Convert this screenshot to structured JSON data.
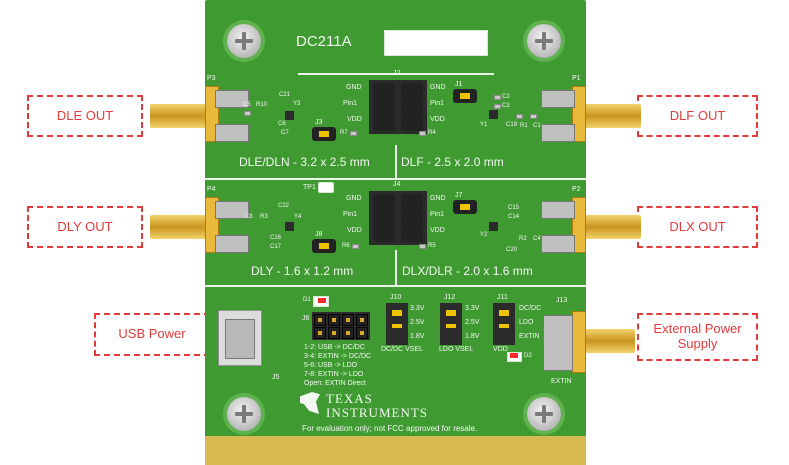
{
  "board": {
    "id": "DC211A",
    "sections": {
      "dle": "DLE/DLN - 3.2 x 2.5 mm",
      "dlf": "DLF - 2.5 x 2.0 mm",
      "dly": "DLY - 1.6 x 1.2 mm",
      "dlx": "DLX/DLR - 2.0 x 1.6 mm"
    },
    "connectors": {
      "p1": "P1",
      "p2": "P2",
      "p3": "P3",
      "p4": "P4",
      "j13": "J13",
      "j5": "J5",
      "extin": "EXTIN"
    },
    "jumpers": {
      "j2": "J2",
      "j4": "J4",
      "j1": "J1",
      "j3": "J3",
      "j7": "J7",
      "j8": "J8",
      "j10": "J10",
      "j11": "J11",
      "j12": "J12",
      "j6": "J6",
      "gnd": "GND",
      "pin1": "Pin1",
      "vdd": "VDD",
      "v33": "3.3V",
      "v25": "2.5V",
      "v18": "1.8V",
      "dcdc": "DC/DC",
      "ldo": "LDO",
      "extin": "EXTIN",
      "dcdc_vsel": "DC/DC VSEL",
      "ldo_vsel": "LDO VSEL"
    },
    "refdes": {
      "c1": "C1",
      "c2": "C2",
      "c3": "C3",
      "c4": "C4",
      "c5": "C5",
      "c6": "C6",
      "c7": "C7",
      "c8": "C8",
      "c14": "C14",
      "c15": "C15",
      "c16": "C16",
      "c17": "C17",
      "c19": "C19",
      "c20": "C20",
      "c21": "C21",
      "c22": "C22",
      "r1": "R1",
      "r2": "R2",
      "r3": "R3",
      "r4": "R4",
      "r5": "R5",
      "r6": "R6",
      "r7": "R7",
      "r10": "R10",
      "y1": "Y1",
      "y2": "Y2",
      "y3": "Y3",
      "y4": "Y4",
      "d1": "D1",
      "d2": "D2",
      "tp1": "TP1"
    },
    "power_legend": [
      "1-2: USB -> DC/DC",
      "3-4: EXTIN -> DC/DC",
      "5-6: USB -> LDO",
      "7-8: EXTIN -> LDO",
      "Open: EXTIN Direct"
    ],
    "brand_line1": "TEXAS",
    "brand_line2": "INSTRUMENTS",
    "disclaimer": "For evaluation only; not FCC approved for resale."
  },
  "callouts": {
    "dle_out": "DLE OUT",
    "dlf_out": "DLF OUT",
    "dly_out": "DLY OUT",
    "dlx_out": "DLX OUT",
    "usb_power": "USB Power",
    "external_power": "External Power Supply"
  },
  "colors": {
    "pcb_green": "#3f9a31",
    "callout_red": "#e23b3b",
    "silkscreen": "#f4f8f3",
    "gold": "#e8b93a"
  }
}
